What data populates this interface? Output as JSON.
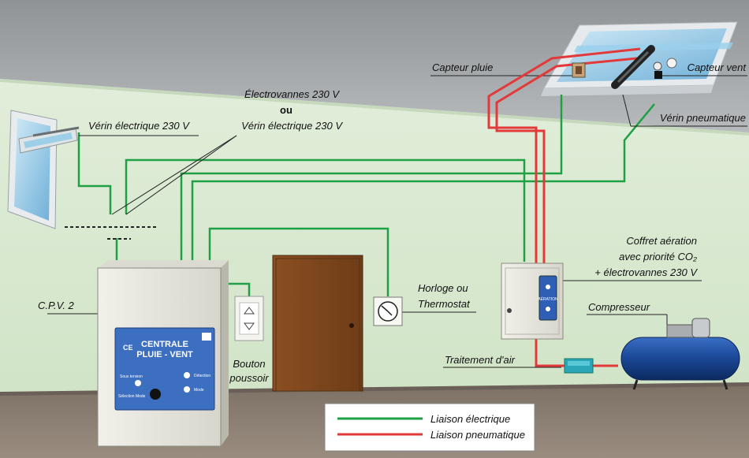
{
  "labels": {
    "electrovannes": "Électrovannes 230 V",
    "ou": "ou",
    "verin_electrique_center": "Vérin électrique 230 V",
    "verin_electrique_window": "Vérin électrique 230 V",
    "capteur_pluie": "Capteur pluie",
    "capteur_vent": "Capteur vent",
    "verin_pneumatique": "Vérin pneumatique",
    "coffret_line1": "Coffret aération",
    "coffret_line2": "avec priorité CO₂",
    "coffret_line3": "+ électrovannes 230 V",
    "horloge_line1": "Horloge ou",
    "horloge_line2": "Thermostat",
    "cpv": "C.P.V. 2",
    "compresseur": "Compresseur",
    "bouton_line1": "Bouton",
    "bouton_line2": "poussoir",
    "traitement": "Traitement d'air"
  },
  "controller": {
    "ce_mark": "CE",
    "title_line1": "CENTRALE",
    "title_line2": "PLUIE - VENT",
    "btn_sous_tension": "Sous tension",
    "btn_detection": "Détection",
    "btn_selection": "Sélection Mode",
    "btn_mode": "Mode"
  },
  "cabinet": {
    "panel_label": "AÉRATION"
  },
  "legend": {
    "electrical": "Liaison électrique",
    "pneumatic": "Liaison pneumatique"
  },
  "colors": {
    "electrical_line": "#1fa045",
    "pneumatic_line": "#e23a3a",
    "wall": "#d9ead2",
    "ceiling": "#9fa3a5",
    "floor": "#8a7e72",
    "controller_panel": "#3d6fc0",
    "compressor_tank": "#1f4d9c"
  }
}
